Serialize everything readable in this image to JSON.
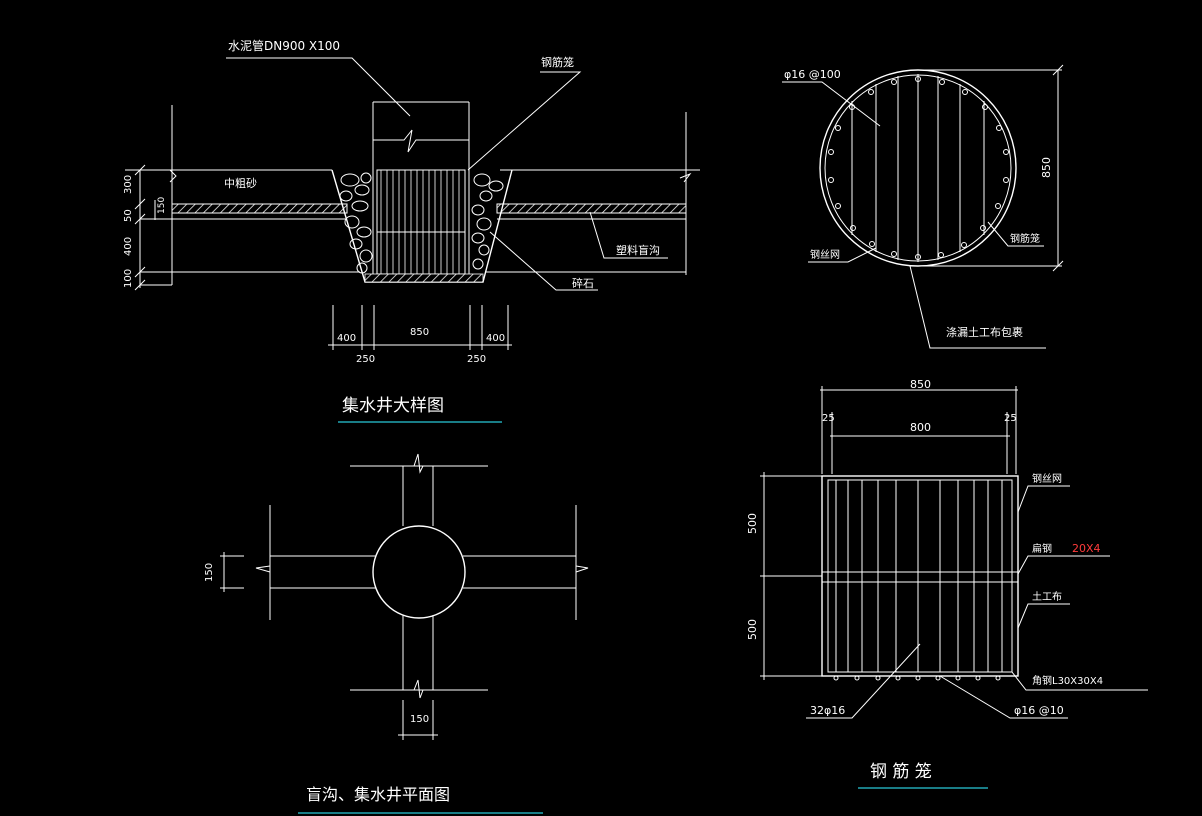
{
  "colors": {
    "background": "#000000",
    "line": "#ffffff",
    "title_underline": "#28c8d8",
    "highlight_text": "#ff3b3b"
  },
  "detail_section": {
    "title": "集水井大样图",
    "pipe_label": "水泥管DN900 X100",
    "cage_label": "钢筋笼",
    "sand_label": "中粗砂",
    "blind_drain_label": "塑料盲沟",
    "gravel_label": "碎石",
    "left_dims": [
      "300",
      "50",
      "400",
      "100"
    ],
    "inner_dim": "150",
    "bottom_dims_top": [
      "400",
      "850",
      "400"
    ],
    "bottom_dims_bottom": [
      "250",
      "250"
    ]
  },
  "cage_plan": {
    "rebar_label": "φ16 @100",
    "mesh_label": "钢丝网",
    "cage_label": "钢筋笼",
    "fabric_label": "涤漏土工布包裹",
    "diameter_dim": "850"
  },
  "plan_view": {
    "title": "盲沟、集水井平面图",
    "left_dim": "150",
    "bottom_dim": "150"
  },
  "cage_elevation": {
    "title": "钢 筋 笼",
    "top_dim_outer": "850",
    "top_dim_inner": "800",
    "top_dim_left": "25",
    "top_dim_right": "25",
    "left_dims": [
      "500",
      "500"
    ],
    "mesh_label": "钢丝网",
    "flat_steel_label": "扁钢",
    "flat_steel_size": "20X4",
    "fabric_label": "土工布",
    "angle_steel_label": "角钢L30X30X4",
    "bars_label": "32φ16",
    "rebar_spacing_label": "φ16 @10"
  }
}
